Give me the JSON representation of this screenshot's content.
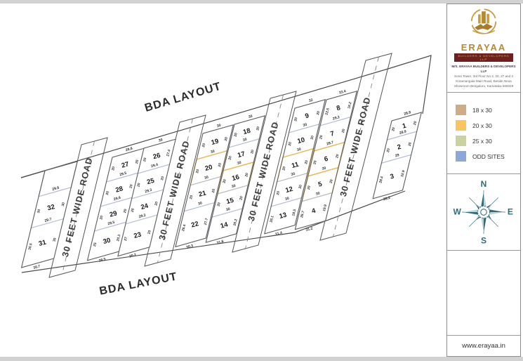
{
  "titles": {
    "bda_top": "BDA LAYOUT",
    "bda_bottom": "BDA LAYOUT"
  },
  "roads": [
    {
      "label": "30 FEET WIDE ROAD"
    },
    {
      "label": "30 FEET WIDE ROAD"
    },
    {
      "label": "30 FEET WIDE ROAD"
    },
    {
      "label": "30 FEET WIDE ROAD"
    }
  ],
  "colors": {
    "plot_default_border": "#b3bcd4",
    "plot_highlight_border": "#e9b84a",
    "boundary": "#4a4a4a",
    "compass": "#2f6d7a",
    "brand_gold": "#b58a2e"
  },
  "plots": [
    {
      "strip": "A",
      "n": "",
      "t": "",
      "l": "",
      "r": "",
      "b": "",
      "hl": false
    },
    {
      "strip": "A",
      "n": "32",
      "t": "29.8",
      "l": "30",
      "r": "30",
      "b": "29.7",
      "hl": false
    },
    {
      "strip": "A",
      "n": "31",
      "t": "",
      "l": "30.5",
      "r": "30",
      "b": "30.7",
      "hl": false
    },
    {
      "strip": "BL",
      "n": "27",
      "t": "29.8",
      "l": "20",
      "r": "20",
      "b": "29.5",
      "hl": false
    },
    {
      "strip": "BL",
      "n": "28",
      "t": "",
      "l": "20",
      "r": "20",
      "b": "29.6",
      "hl": false
    },
    {
      "strip": "BL",
      "n": "29",
      "t": "",
      "l": "20",
      "r": "20",
      "b": "29.5",
      "hl": false
    },
    {
      "strip": "BL",
      "n": "30",
      "t": "",
      "l": "25",
      "r": "20.3",
      "b": "28.5",
      "hl": false
    },
    {
      "strip": "BR",
      "n": "26",
      "t": "30",
      "l": "20",
      "r": "27.4",
      "b": "29.4",
      "hl": false
    },
    {
      "strip": "BR",
      "n": "25",
      "t": "",
      "l": "20",
      "r": "20",
      "b": "29.3",
      "hl": false
    },
    {
      "strip": "BR",
      "n": "24",
      "t": "",
      "l": "20",
      "r": "20",
      "b": "29.2",
      "hl": false
    },
    {
      "strip": "BR",
      "n": "23",
      "t": "",
      "l": "27",
      "r": "20",
      "b": "30.2",
      "hl": false
    },
    {
      "strip": "CL",
      "n": "19",
      "t": "30",
      "l": "20",
      "r": "20",
      "b": "30",
      "hl": false
    },
    {
      "strip": "CL",
      "n": "20",
      "t": "",
      "l": "20",
      "r": "20",
      "b": "30",
      "hl": true
    },
    {
      "strip": "CL",
      "n": "21",
      "t": "",
      "l": "20",
      "r": "20",
      "b": "30",
      "hl": false
    },
    {
      "strip": "CL",
      "n": "22",
      "t": "",
      "l": "26.4",
      "r": "27.7",
      "b": "30.3",
      "hl": false
    },
    {
      "strip": "CR",
      "n": "18",
      "t": "30",
      "l": "20",
      "r": "20",
      "b": "30",
      "hl": false
    },
    {
      "strip": "CR",
      "n": "17",
      "t": "",
      "l": "20",
      "r": "20",
      "b": "30",
      "hl": false
    },
    {
      "strip": "CR",
      "n": "16",
      "t": "",
      "l": "20",
      "r": "20",
      "b": "30",
      "hl": true
    },
    {
      "strip": "CR",
      "n": "15",
      "t": "",
      "l": "20",
      "r": "20",
      "b": "30",
      "hl": false
    },
    {
      "strip": "CR",
      "n": "14",
      "t": "",
      "l": "",
      "r": "26.2",
      "b": "31.6",
      "hl": false
    },
    {
      "strip": "DL",
      "n": "9",
      "t": "32",
      "l": "20",
      "r": "20",
      "b": "30",
      "hl": false
    },
    {
      "strip": "DL",
      "n": "10",
      "t": "",
      "l": "20",
      "r": "20",
      "b": "30",
      "hl": false
    },
    {
      "strip": "DL",
      "n": "11",
      "t": "",
      "l": "20",
      "r": "20",
      "b": "30",
      "hl": true
    },
    {
      "strip": "DL",
      "n": "12",
      "t": "",
      "l": "20",
      "r": "20",
      "b": "30",
      "hl": false
    },
    {
      "strip": "DL",
      "n": "13",
      "t": "",
      "l": "26.1",
      "r": "18.5",
      "b": "31.4",
      "hl": false
    },
    {
      "strip": "DR",
      "n": "8",
      "t": "33.4",
      "l": "22.5",
      "r": "16.2",
      "b": "29.2",
      "hl": false
    },
    {
      "strip": "DR",
      "n": "7",
      "t": "",
      "l": "20",
      "r": "20",
      "b": "29.7",
      "hl": false
    },
    {
      "strip": "DR",
      "n": "6",
      "t": "",
      "l": "20",
      "r": "20",
      "b": "30",
      "hl": true
    },
    {
      "strip": "DR",
      "n": "5",
      "t": "",
      "l": "20",
      "r": "20",
      "b": "30",
      "hl": true
    },
    {
      "strip": "DR",
      "n": "4",
      "t": "",
      "l": "26.7",
      "r": "19.9",
      "b": "31.2",
      "hl": false
    },
    {
      "strip": "E",
      "n": "1",
      "t": "28.8",
      "l": "20",
      "r": "20",
      "b": "28.9",
      "hl": false
    },
    {
      "strip": "E",
      "n": "2",
      "t": "",
      "l": "20",
      "r": "20",
      "b": "29",
      "hl": false
    },
    {
      "strip": "E",
      "n": "3",
      "t": "",
      "l": "28.4",
      "r": "32.9",
      "b": "28.2",
      "hl": false
    }
  ],
  "sidebar": {
    "brand_name": "ERAYAA",
    "brand_tagline": "BUILDERS & DEVELOPERS LLP",
    "address_line1": "M/S. ERAYAA BUILDERS & DEVELOPERS LLP",
    "address_line2": "Sona Tower, 3rd Floor No 2, 20, 27 and 3",
    "address_line3": "Koramangala Main Road, Beside Nexa",
    "address_line4": "Showroom Bengaluru, Karnataka 560029",
    "legend": {
      "items": [
        {
          "label": "18 x 30",
          "color": "#d0ac85"
        },
        {
          "label": "20 x 30",
          "color": "#fcc45c"
        },
        {
          "label": "25 x 30",
          "color": "#ccd29e"
        },
        {
          "label": "ODD SITES",
          "color": "#8ea7d9"
        }
      ]
    },
    "compass": {
      "n": "N",
      "e": "E",
      "s": "S",
      "w": "W"
    },
    "website": "www.erayaa.in"
  }
}
